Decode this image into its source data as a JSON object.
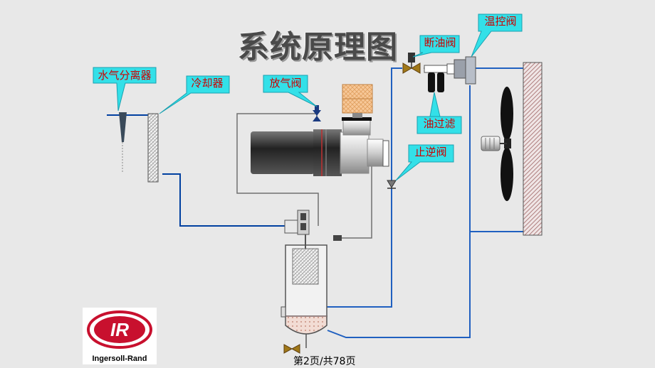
{
  "title": "系统原理图",
  "labels": {
    "water_separator": "水气分离器",
    "cooler": "冷却器",
    "vent_valve": "放气阀",
    "oil_cutoff_valve": "断油阀",
    "thermo_valve": "温控阀",
    "oil_filter": "油过滤",
    "check_valve": "止逆阀"
  },
  "logo": {
    "mark": "IR",
    "wordmark": "Ingersoll-Rand",
    "color": "#c8102e"
  },
  "footer": "第2页/共78页",
  "colors": {
    "callout_fill": "#33e0e8",
    "label_text": "#cc0000",
    "pipe_blue": "#0040a0",
    "pipe_gray": "#555555",
    "radiator_hatch": "#c8a0a0"
  }
}
